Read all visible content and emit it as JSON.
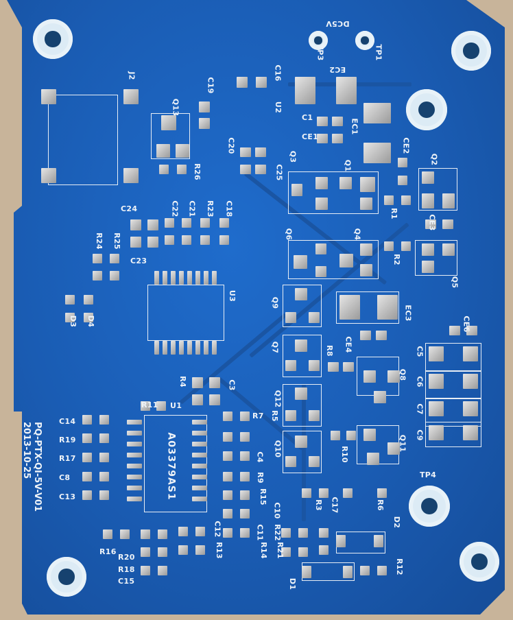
{
  "board": {
    "name": "PQ-PTX-QI-5V-V01",
    "date": "2013-10-25",
    "ic_marking": "A03379AS1",
    "colors": {
      "solder_mask": "#1a5cb3",
      "silkscreen": "#eef3f8",
      "pads": "#c8c8c8"
    }
  },
  "labels": [
    "DC5V",
    "TP3",
    "TP1",
    "EC2",
    "C16",
    "C19",
    "Q13",
    "J2",
    "U2",
    "C1",
    "CE1",
    "EC1",
    "C20",
    "C25",
    "R26",
    "Q3",
    "Q1",
    "CE2",
    "Q2",
    "R1",
    "CE3",
    "C24",
    "C22",
    "C21",
    "R23",
    "C18",
    "R24",
    "R25",
    "C23",
    "Q6",
    "Q4",
    "R2",
    "Q5",
    "U3",
    "Q9",
    "EC3",
    "CE4",
    "CE6",
    "C5",
    "R8",
    "D3",
    "D4",
    "Q7",
    "Q8",
    "C6",
    "C7",
    "C9",
    "R4",
    "C3",
    "R11",
    "U1",
    "Q12",
    "Q10",
    "R10",
    "Q11",
    "TP4",
    "C14",
    "R19",
    "R17",
    "C8",
    "C13",
    "R7",
    "R5",
    "C4",
    "R9",
    "R15",
    "C10",
    "C11",
    "R14",
    "C12",
    "R13",
    "R16",
    "R20",
    "R18",
    "C15",
    "R22",
    "R21",
    "R3",
    "C17",
    "R6",
    "D2",
    "D1",
    "R12"
  ]
}
